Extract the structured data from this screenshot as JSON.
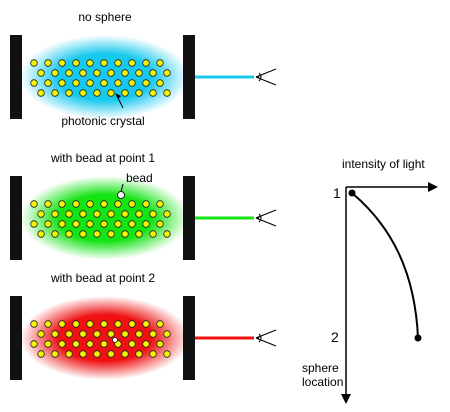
{
  "panels": [
    {
      "title": "no sphere",
      "color": "#18c8ee",
      "callout": "photonic crystal"
    },
    {
      "title": "with bead at point 1",
      "color": "#14e314",
      "callout": "bead"
    },
    {
      "title": "with bead at point 2",
      "color": "#ee1212",
      "callout": ""
    }
  ],
  "graph": {
    "x_label": "intensity of light",
    "y_label_line1": "sphere",
    "y_label_line2": "location",
    "point1_label": "1",
    "point2_label": "2"
  },
  "colors": {
    "bead_fill": "#f5f500",
    "bead_stroke": "#222222",
    "mirror": "#111111"
  },
  "icons": [
    "eye-icon",
    "arrow-icon"
  ]
}
